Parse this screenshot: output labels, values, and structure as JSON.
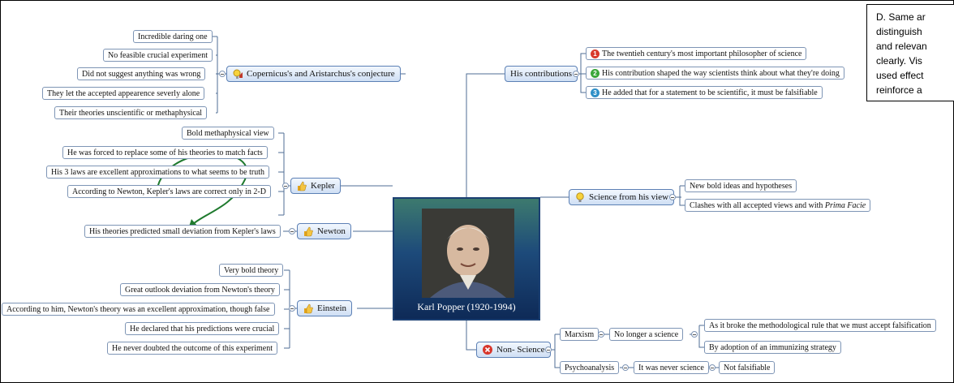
{
  "center": {
    "title": "Karl Popper (1920-1994)"
  },
  "note": {
    "text": "D. Same ar\ndistinguish\nand relevan\nclearly. Vis\nused effect\nreinforce a\ninterpretati"
  },
  "contributions": {
    "label": "His contributions",
    "items": [
      {
        "num": "1",
        "text": "The twentieh century's most important philosopher of science",
        "color": "#d83a2c"
      },
      {
        "num": "2",
        "text": "His contribution shaped the way scientists think about what they're doing",
        "color": "#3aa73a"
      },
      {
        "num": "3",
        "text": "He added that for a statement to be scientific, it must be falsifiable",
        "color": "#2f8fc7"
      }
    ]
  },
  "copernicus": {
    "label": "Copernicus's and Aristarchus's conjecture",
    "items": [
      "Incredible daring one",
      "No feasible crucial experiment",
      "Did not suggest anything was wrong",
      "They let the accepted appearence severly alone",
      "Their theories unscientific or methaphysical"
    ]
  },
  "kepler": {
    "label": "Kepler",
    "items": [
      "Bold methaphysical view",
      "He was forced to replace some of his theories to match facts",
      "His 3 laws are excellent approximations to what seems to be truth",
      "According to Newton, Kepler's laws are correct only in 2-D"
    ]
  },
  "newton": {
    "label": "Newton",
    "items": [
      "His theories predicted small deviation from Kepler's laws"
    ]
  },
  "einstein": {
    "label": "Einstein",
    "items": [
      "Very bold theory",
      "Great outlook deviation from Newton's theory",
      "According to him, Newton's theory was an excellent approximation, though false",
      "He declared that his predictions were crucial",
      "He never doubted the outcome of this experiment"
    ]
  },
  "science_view": {
    "label": "Science from his view",
    "items": [
      "New bold ideas and hypotheses",
      "Clashes with all accepted views and with",
      "Prima Facie"
    ]
  },
  "non_science": {
    "label": "Non- Science",
    "marxism": {
      "label": "Marxism",
      "sub": "No longer a science",
      "reasons": [
        "As it broke the methodological rule that we must accept falsification",
        "By adoption of an immunizing strategy"
      ]
    },
    "psychoanalysis": {
      "label": "Psychoanalysis",
      "sub": "It was never science",
      "reason": "Not falsifiable"
    }
  },
  "colors": {
    "connector": "#4f6d94",
    "annotation_arrow": "#1f7a2e",
    "center_border": "#1b3f72"
  }
}
